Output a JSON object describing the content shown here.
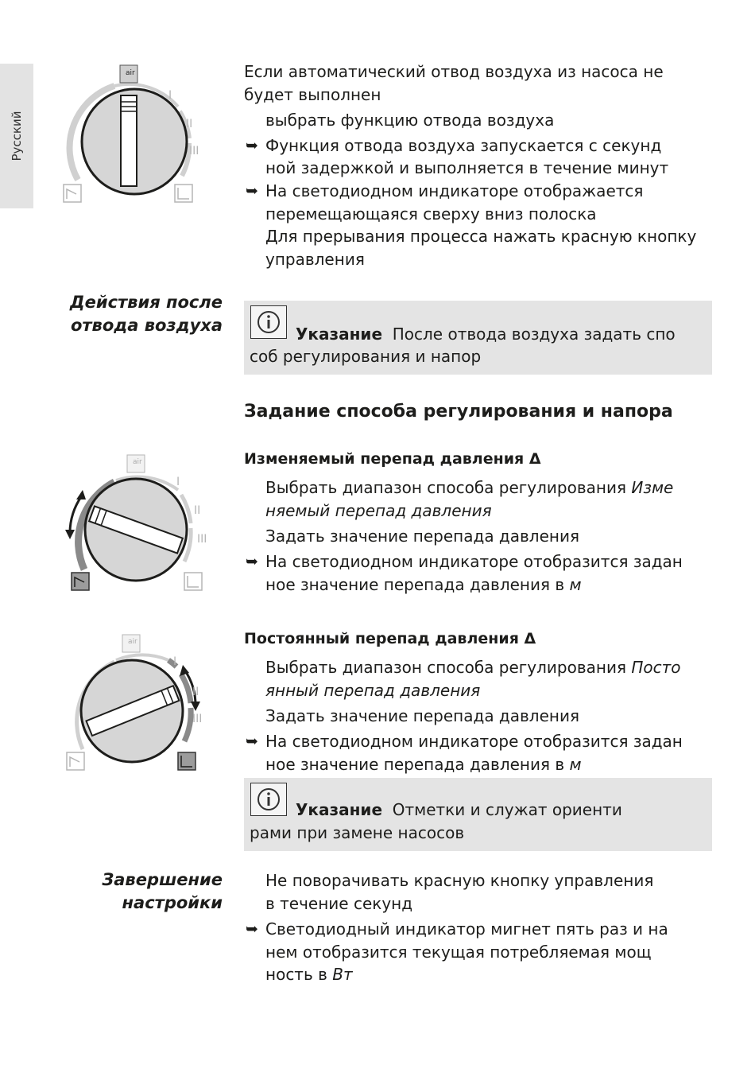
{
  "sidebar": {
    "language": "Русский"
  },
  "section1": {
    "lines": [
      "Если автоматический отвод воздуха из насоса не",
      "будет выполнен",
      "выбрать функцию отвода воздуха",
      "Функция отвода воздуха запускается с      секунд",
      "ной задержкой и выполняется в течение       минут",
      "На светодиодном индикаторе отображается",
      "перемещающаяся сверху вниз полоска",
      "Для прерывания процесса нажать красную кнопку",
      "управления"
    ]
  },
  "after_venting": {
    "side_label_1": "Действия после",
    "side_label_2": "отвода воздуха",
    "note_label": "Указание",
    "note_text_1": "После отвода воздуха задать спо",
    "note_text_2": "соб регулирования и напор"
  },
  "heading_main": "Задание способа регулирования и напора",
  "variable": {
    "heading": "Изменяемый перепад давления   Δ",
    "line1_a": "Выбрать диапазон способа регулирования ",
    "line1_b": "Изме",
    "line2": "няемый перепад давления",
    "line3": "Задать значение перепада давления",
    "line4": "На светодиодном индикаторе отобразится задан",
    "line5_a": "ное значение перепада давления     в ",
    "line5_b": "м"
  },
  "constant": {
    "heading": "Постоянный перепад давления   Δ",
    "line1_a": "Выбрать диапазон способа регулирования ",
    "line1_b": "Посто",
    "line2": "янный перепад давления",
    "line3": "Задать значение перепада давления",
    "line4": "На светодиодном индикаторе отобразится задан",
    "line5_a": "ное значение перепада давления     в ",
    "line5_b": "м",
    "note_label": "Указание",
    "note_text_1": "Отметки      и     служат ориенти",
    "note_text_2": "рами при замене насосов"
  },
  "finish": {
    "side_label_1": "Завершение",
    "side_label_2": "настройки",
    "line1": "Не поворачивать красную кнопку управления",
    "line2": "в течение    секунд",
    "line3": "Светодиодный индикатор мигнет пять раз  и на",
    "line4": "нем отобразится текущая потребляемая мощ",
    "line5_a": "ность в ",
    "line5_b": "Вт"
  },
  "icons": {
    "dial_air_label": "air",
    "info_icon": "info-icon",
    "result_arrow": "result-arrow-icon"
  },
  "colors": {
    "knob_fill": "#d6d6d6",
    "note_bg": "#e4e4e4",
    "tab_bg": "#e3e3e3"
  }
}
